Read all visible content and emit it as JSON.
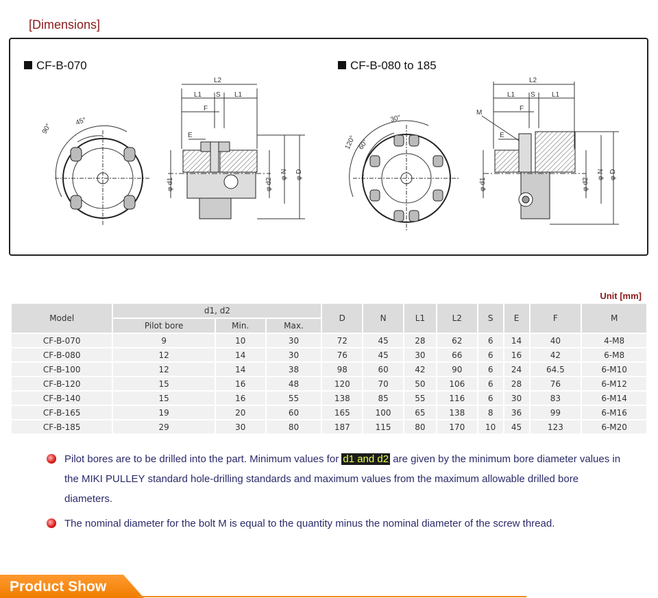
{
  "section_title": "[Dimensions]",
  "diagrams": {
    "left_title": "CF-B-070",
    "right_title": "CF-B-080 to 185",
    "labels": {
      "L2": "L2",
      "L1": "L1",
      "S": "S",
      "F": "F",
      "E": "E",
      "M": "M",
      "d1": "φ d1",
      "d2": "φ d2",
      "N": "φ N",
      "D": "φ D",
      "ang90": "90°",
      "ang45": "45°",
      "ang120": "120°",
      "ang60": "60°",
      "ang30": "30°"
    }
  },
  "unit": "Unit  [mm]",
  "table": {
    "headers": {
      "model": "Model",
      "d_group": "d1, d2",
      "pilot": "Pilot bore",
      "min": "Min.",
      "max": "Max.",
      "D": "D",
      "N": "N",
      "L1": "L1",
      "L2": "L2",
      "S": "S",
      "E": "E",
      "F": "F",
      "M": "M"
    },
    "rows": [
      [
        "CF-B-070",
        "9",
        "10",
        "30",
        "72",
        "45",
        "28",
        "62",
        "6",
        "14",
        "40",
        "4-M8"
      ],
      [
        "CF-B-080",
        "12",
        "14",
        "30",
        "76",
        "45",
        "30",
        "66",
        "6",
        "16",
        "42",
        "6-M8"
      ],
      [
        "CF-B-100",
        "12",
        "14",
        "38",
        "98",
        "60",
        "42",
        "90",
        "6",
        "24",
        "64.5",
        "6-M10"
      ],
      [
        "CF-B-120",
        "15",
        "16",
        "48",
        "120",
        "70",
        "50",
        "106",
        "6",
        "28",
        "76",
        "6-M12"
      ],
      [
        "CF-B-140",
        "15",
        "16",
        "55",
        "138",
        "85",
        "55",
        "116",
        "6",
        "30",
        "83",
        "6-M14"
      ],
      [
        "CF-B-165",
        "19",
        "20",
        "60",
        "165",
        "100",
        "65",
        "138",
        "8",
        "36",
        "99",
        "6-M16"
      ],
      [
        "CF-B-185",
        "29",
        "30",
        "80",
        "187",
        "115",
        "80",
        "170",
        "10",
        "45",
        "123",
        "6-M20"
      ]
    ]
  },
  "notes": {
    "n1_before": "Pilot bores are to be drilled into the part. Minimum values for ",
    "n1_highlight": "d1 and d2",
    "n1_after": " are given by the minimum bore diameter values in the MIKI PULLEY standard hole-drilling standards and maximum values from the maximum allowable drilled bore diameters.",
    "n2": "The nominal diameter for the bolt M is equal to the quantity minus the nominal diameter of the screw thread."
  },
  "product_show": "Product Show"
}
